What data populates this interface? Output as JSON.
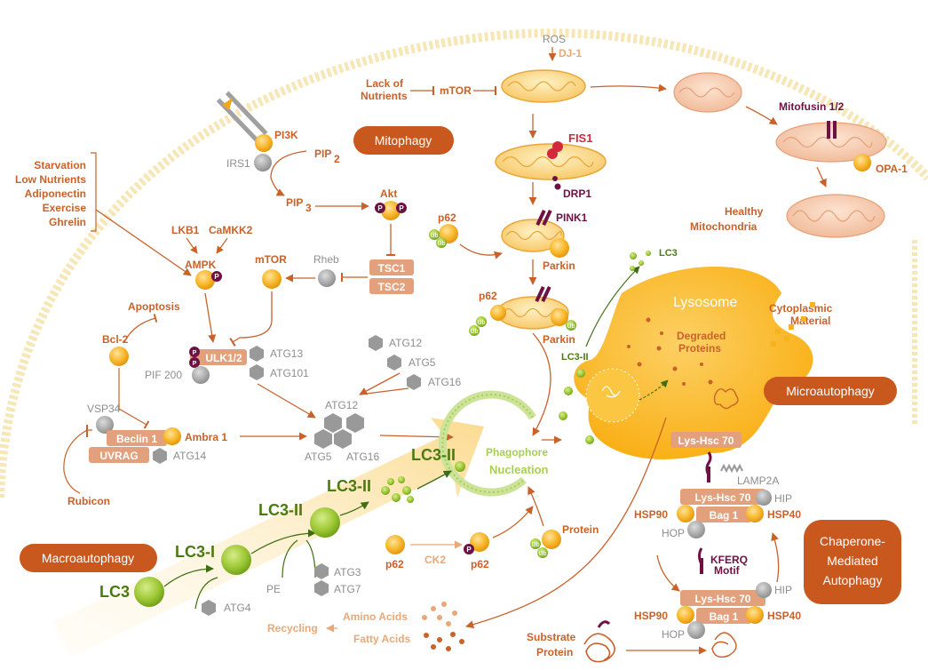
{
  "labels": {
    "ros": "ROS",
    "dj1": "DJ-1",
    "lack_of_nutrients_1": "Lack of",
    "lack_of_nutrients_2": "Nutrients",
    "mtor_top": "mTOR",
    "mitofusin": "Mitofusin 1/2",
    "opa1": "OPA-1",
    "fis1": "FIS1",
    "drp1": "DRP1",
    "healthy_1": "Healthy",
    "healthy_2": "Mitochondria",
    "mitophagy": "Mitophagy",
    "pi3k": "PI3K",
    "irs1": "IRS1",
    "pip2": "PIP",
    "pip2_sub": "2",
    "pip3": "PIP",
    "pip3_sub": "3",
    "akt": "Akt",
    "starvation": "Starvation",
    "low_nutrients": "Low Nutrients",
    "adiponectin": "Adiponectin",
    "exercise": "Exercise",
    "ghrelin": "Ghrelin",
    "lkb1": "LKB1",
    "camkk2": "CaMKK2",
    "ampk": "AMPK",
    "mtor_mid": "mTOR",
    "rheb": "Rheb",
    "tsc1": "TSC1",
    "tsc2": "TSC2",
    "p62_a": "p62",
    "pink1": "PINK1",
    "parkin_a": "Parkin",
    "p62_b": "p62",
    "parkin_b": "Parkin",
    "ub": "Ub",
    "p": "P",
    "lc3_small": "LC3",
    "lysosome": "Lysosome",
    "cytoplasmic_1": "Cytoplasmic",
    "cytoplasmic_2": "Material",
    "degraded_1": "Degraded",
    "degraded_2": "Proteins",
    "apoptosis": "Apoptosis",
    "bcl2": "Bcl-2",
    "ulk12": "ULK1/2",
    "pif200": "PIF 200",
    "atg13": "ATG13",
    "atg101": "ATG101",
    "atg12_top": "ATG12",
    "atg5_top": "ATG5",
    "atg16_top": "ATG16",
    "lc3ii_lyso": "LC3-II",
    "microautophagy": "Microautophagy",
    "vsp34": "VSP34",
    "beclin1": "Beclin 1",
    "ambra1": "Ambra 1",
    "uvrag": "UVRAG",
    "atg14": "ATG14",
    "atg12_mid": "ATG12",
    "atg5_mid": "ATG5",
    "atg16_mid": "ATG16",
    "phagophore_1": "Phagophore",
    "phagophore_2": "Nucleation",
    "lys_hsc70_a": "Lys-Hsc 70",
    "lamp2a": "LAMP2A",
    "lys_hsc70_b": "Lys-Hsc 70",
    "hip_a": "HIP",
    "hsp90_a": "HSP90",
    "bag1_a": "Bag 1",
    "hsp40_a": "HSP40",
    "hop_a": "HOP",
    "rubicon": "Rubicon",
    "lc3ii_big": "LC3-II",
    "lc3ii_mid": "LC3-II",
    "lc3ii_low": "LC3-II",
    "lc3i": "LC3-I",
    "lc3": "LC3",
    "macroautophagy": "Macroautophagy",
    "pe": "PE",
    "atg3": "ATG3",
    "atg7": "ATG7",
    "atg4": "ATG4",
    "p62_c": "p62",
    "ck2": "CK2",
    "p62_d": "p62",
    "protein": "Protein",
    "kferq_1": "KFERQ",
    "kferq_2": "Motif",
    "chaperone_1": "Chaperone-",
    "chaperone_2": "Mediated",
    "chaperone_3": "Autophagy",
    "lys_hsc70_c": "Lys-Hsc 70",
    "hip_b": "HIP",
    "hsp90_b": "HSP90",
    "bag1_b": "Bag 1",
    "hsp40_b": "HSP40",
    "hop_b": "HOP",
    "amino_acids": "Amino Acids",
    "fatty_acids": "Fatty Acids",
    "recycling": "Recycling",
    "substrate_1": "Substrate",
    "substrate_2": "Protein"
  },
  "colors": {
    "orange_dark": "#c8622a",
    "orange_pill": "#c9581f",
    "gold": "#f6b323",
    "lysosome": "#fbb517",
    "green": "#8dbd2c",
    "purple": "#6e1244",
    "red": "#d4283c",
    "grey": "#9a9a9a",
    "salmon": "#e3a07c"
  }
}
